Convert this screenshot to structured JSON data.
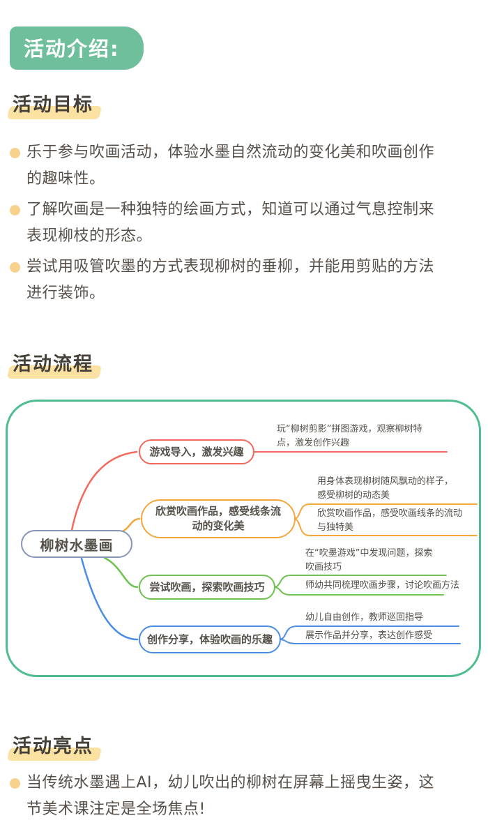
{
  "badge": {
    "label": "活动介绍:"
  },
  "colors": {
    "badge_bg": "#6FBF9D",
    "panel_border": "#4FBD90",
    "branch_red": "#F4695C",
    "branch_yellow": "#F3A73B",
    "branch_green": "#6DC24E",
    "branch_blue": "#4A8DE2",
    "root_border": "#8496B4",
    "heading_ink": "#45403A",
    "body_ink": "#57504A",
    "node_ink": "#55504A",
    "bullet_dot": "#F8D28D",
    "heading_highlight": "#FBE2A2"
  },
  "sections": {
    "goals": {
      "title": "活动目标",
      "bullets": [
        "乐于参与吹画活动，体验水墨自然流动的变化美和吹画创作\n的趣味性。",
        "了解吹画是一种独特的绘画方式，知道可以通过气息控制来\n表现柳枝的形态。",
        "尝试用吸管吹墨的方式表现柳树的垂柳，并能用剪贴的方法\n进行装饰。"
      ]
    },
    "process": {
      "title": "活动流程"
    },
    "highlights": {
      "title": "活动亮点",
      "bullets": [
        "当传统水墨遇上AI，幼儿吹出的柳树在屏幕上摇曳生姿，这\n节美术课注定是全场焦点!"
      ]
    }
  },
  "mindmap": {
    "root": "柳树水墨画",
    "branches": [
      {
        "color": "#F4695C",
        "label": "游戏导入，激发兴趣",
        "leaves": [
          "玩“柳树剪影”拼图游戏，观察柳树特\n点，激发创作兴趣"
        ]
      },
      {
        "color": "#F3A73B",
        "label": "欣赏吹画作品，感受线条流\n动的变化美",
        "leaves": [
          "用身体表现柳树随风飘动的样子，\n感受柳树的动态美",
          "欣赏吹画作品，感受吹画线条的流动\n与独特美"
        ]
      },
      {
        "color": "#6DC24E",
        "label": "尝试吹画，探索吹画技巧",
        "leaves": [
          "在“吹墨游戏”中发现问题，探索\n吹画技巧",
          "师幼共同梳理吹画步骤，讨论吹画方法"
        ]
      },
      {
        "color": "#4A8DE2",
        "label": "创作分享，体验吹画的乐趣",
        "leaves": [
          "幼儿自由创作，教师巡回指导",
          "展示作品并分享，表达创作感受"
        ]
      }
    ]
  }
}
